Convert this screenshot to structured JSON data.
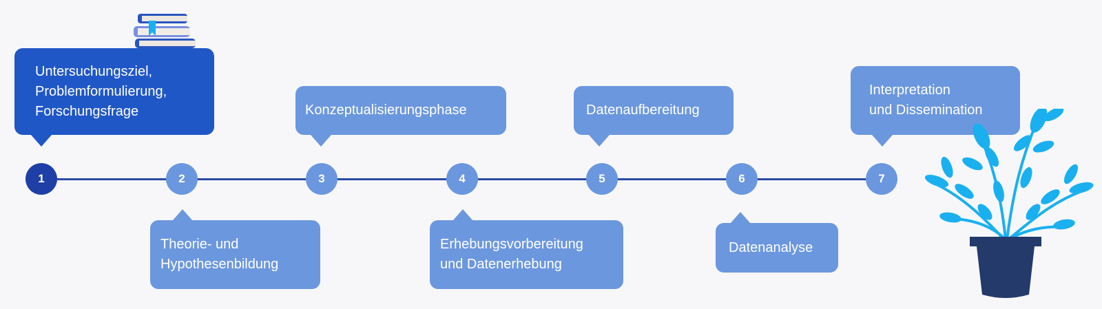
{
  "steps": [
    {
      "number": "1",
      "lines": [
        "Untersuchungsziel,",
        "Problemformulierung,",
        "Forschungsfrage"
      ]
    },
    {
      "number": "2",
      "lines": [
        "Theorie- und",
        "Hypothesenbildung"
      ]
    },
    {
      "number": "3",
      "lines": [
        "Konzeptualisierungsphase"
      ]
    },
    {
      "number": "4",
      "lines": [
        "Erhebungsvorbereitung",
        "und Datenerhebung"
      ]
    },
    {
      "number": "5",
      "lines": [
        "Datenaufbereitung"
      ]
    },
    {
      "number": "6",
      "lines": [
        "Datenanalyse"
      ]
    },
    {
      "number": "7",
      "lines": [
        "Interpretation",
        "und Dissemination"
      ]
    }
  ],
  "colors": {
    "active_node": "#1f3fa6",
    "active_bubble": "#2057c6",
    "node": "#6b97de",
    "line": "#2b4aa6",
    "plant": "#1ab0f0",
    "pot": "#243a6b"
  },
  "decorations": [
    "books-icon",
    "plant-icon"
  ]
}
